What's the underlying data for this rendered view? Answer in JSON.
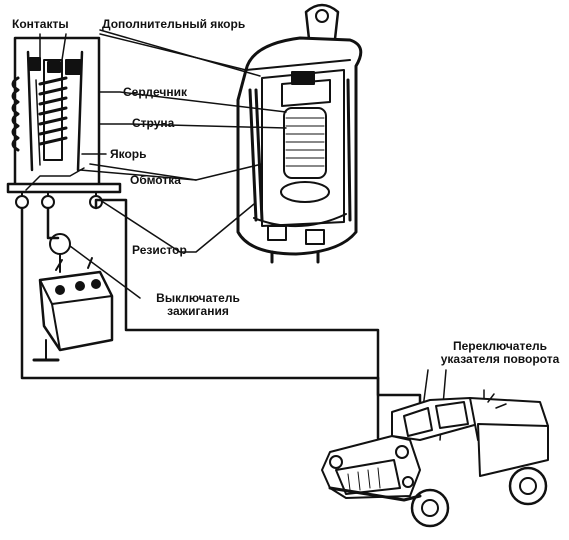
{
  "labels": {
    "contacts": "Контакты",
    "extra_armature": "Дополнительный якорь",
    "core": "Сердечник",
    "string": "Струна",
    "armature": "Якорь",
    "winding": "Обмотка",
    "resistor": "Резистор",
    "ignition_switch_line1": "Выключатель",
    "ignition_switch_line2": "зажигания",
    "turn_switch_line1": "Переключатель",
    "turn_switch_line2": "указателя поворота"
  },
  "colors": {
    "ink": "#111111",
    "paper": "#ffffff"
  }
}
